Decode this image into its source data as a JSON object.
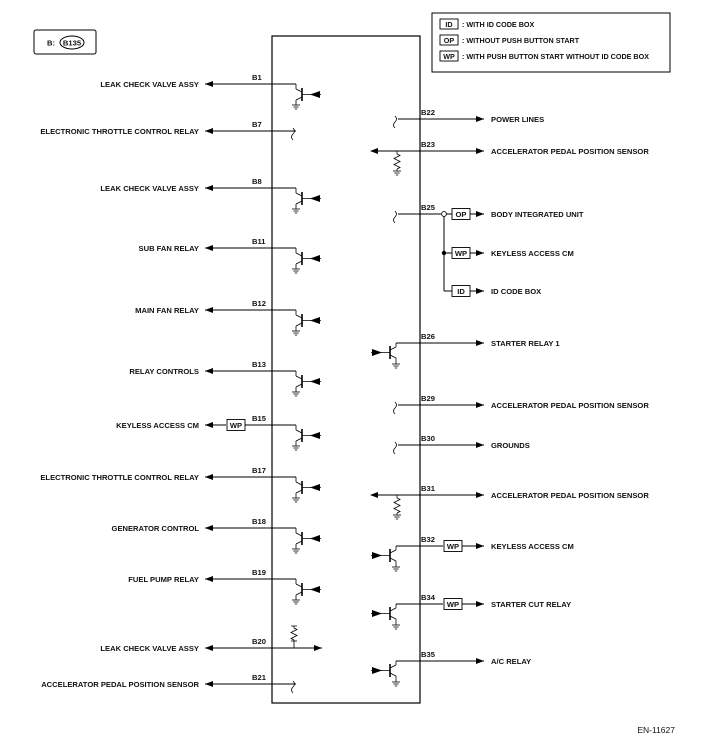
{
  "connector": {
    "prefix": "B:",
    "code": "B135"
  },
  "legend": [
    {
      "code": "ID",
      "text": ": WITH ID CODE BOX"
    },
    {
      "code": "OP",
      "text": ": WITHOUT PUSH BUTTON START"
    },
    {
      "code": "WP",
      "text": ": WITH PUSH BUTTON START WITHOUT ID CODE BOX"
    }
  ],
  "left_pins": [
    {
      "pin": "B1",
      "label": "LEAK CHECK VALVE ASSY",
      "type": "transistor"
    },
    {
      "pin": "B7",
      "label": "ELECTRONIC THROTTLE CONTROL RELAY",
      "type": "break"
    },
    {
      "pin": "B8",
      "label": "LEAK CHECK VALVE ASSY",
      "type": "transistor"
    },
    {
      "pin": "B11",
      "label": "SUB FAN RELAY",
      "type": "transistor"
    },
    {
      "pin": "B12",
      "label": "MAIN FAN RELAY",
      "type": "transistor"
    },
    {
      "pin": "B13",
      "label": "RELAY CONTROLS",
      "type": "transistor"
    },
    {
      "pin": "B15",
      "label": "KEYLESS ACCESS CM",
      "type": "transistor",
      "tag": "WP"
    },
    {
      "pin": "B17",
      "label": "ELECTRONIC THROTTLE CONTROL RELAY",
      "type": "transistor"
    },
    {
      "pin": "B18",
      "label": "GENERATOR CONTROL",
      "type": "transistor"
    },
    {
      "pin": "B19",
      "label": "FUEL PUMP RELAY",
      "type": "transistor"
    },
    {
      "pin": "B20",
      "label": "LEAK CHECK VALVE ASSY",
      "type": "input"
    },
    {
      "pin": "B21",
      "label": "ACCELERATOR PEDAL POSITION SENSOR",
      "type": "break"
    }
  ],
  "right_pins": [
    {
      "pin": "B22",
      "label": "POWER LINES",
      "type": "break"
    },
    {
      "pin": "B23",
      "label": "ACCELERATOR PEDAL POSITION SENSOR",
      "type": "resistor"
    },
    {
      "pin": "B25",
      "label": "BODY INTEGRATED UNIT",
      "type": "split",
      "tag": "OP"
    },
    {
      "pin": "",
      "label": "KEYLESS ACCESS CM",
      "type": "branch",
      "tag": "WP"
    },
    {
      "pin": "",
      "label": "ID CODE BOX",
      "type": "branch",
      "tag": "ID"
    },
    {
      "pin": "B26",
      "label": "STARTER RELAY 1",
      "type": "transistor"
    },
    {
      "pin": "B29",
      "label": "ACCELERATOR PEDAL POSITION SENSOR",
      "type": "break"
    },
    {
      "pin": "B30",
      "label": "GROUNDS",
      "type": "break"
    },
    {
      "pin": "B31",
      "label": "ACCELERATOR PEDAL POSITION SENSOR",
      "type": "resistor"
    },
    {
      "pin": "B32",
      "label": "KEYLESS ACCESS CM",
      "type": "transistor",
      "tag": "WP"
    },
    {
      "pin": "B34",
      "label": "STARTER CUT RELAY",
      "type": "transistor",
      "tag": "WP"
    },
    {
      "pin": "B35",
      "label": "A/C RELAY",
      "type": "transistor"
    }
  ],
  "footer": {
    "code": "EN-11627"
  }
}
